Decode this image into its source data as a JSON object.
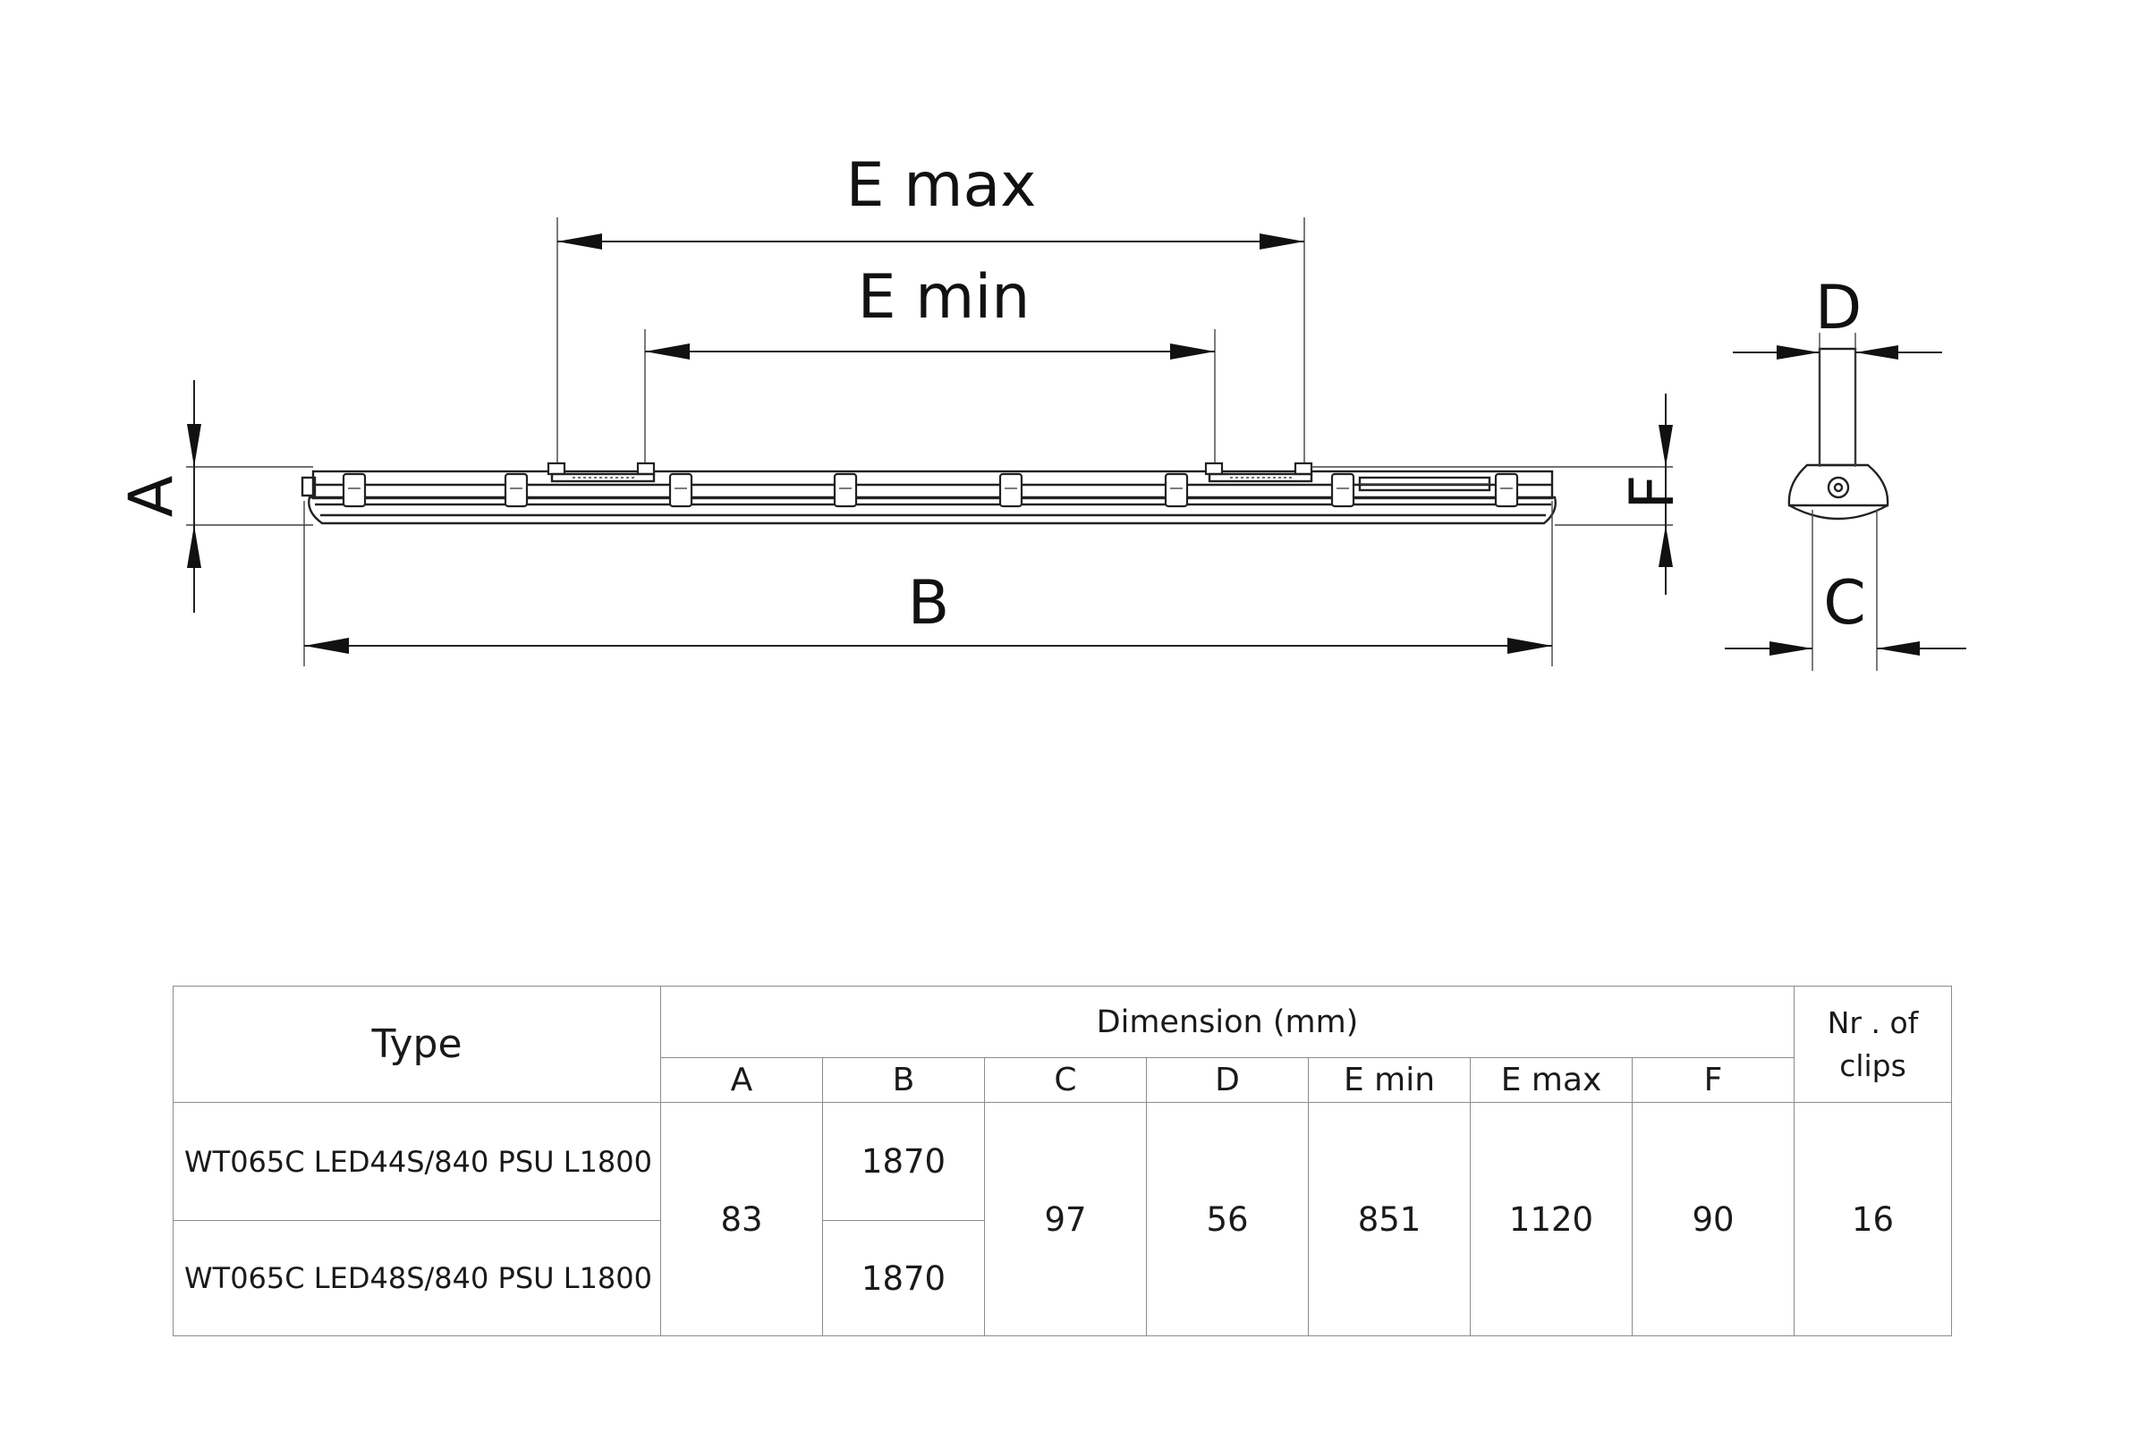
{
  "drawing": {
    "labels": {
      "e_max": "E max",
      "e_min": "E min",
      "a": "A",
      "b": "B",
      "c": "C",
      "d": "D",
      "f": "F"
    }
  },
  "table": {
    "type_header": "Type",
    "dimension_header": "Dimension (mm)",
    "clips_header_line1": "Nr . of",
    "clips_header_line2": "clips",
    "columns": [
      "A",
      "B",
      "C",
      "D",
      "E min",
      "E max",
      "F"
    ],
    "rows": [
      {
        "type": "WT065C LED44S/840 PSU L1800",
        "b": "1870"
      },
      {
        "type": "WT065C LED48S/840 PSU L1800",
        "b": "1870"
      }
    ],
    "shared": {
      "a": "83",
      "c": "97",
      "d": "56",
      "e_min": "851",
      "e_max": "1120",
      "f": "90",
      "clips": "16"
    }
  }
}
